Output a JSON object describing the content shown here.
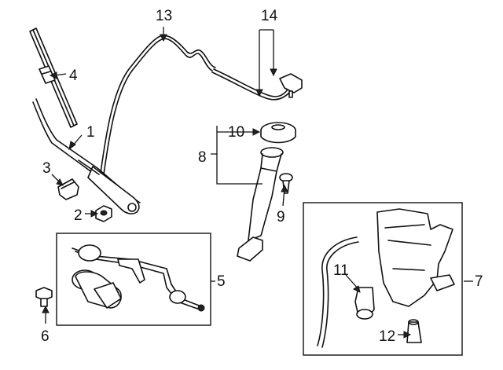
{
  "callouts": {
    "c1": "1",
    "c2": "2",
    "c3": "3",
    "c4": "4",
    "c5": "5",
    "c6": "6",
    "c7": "7",
    "c8": "8",
    "c9": "9",
    "c10": "10",
    "c11": "11",
    "c12": "12",
    "c13": "13",
    "c14": "14"
  }
}
